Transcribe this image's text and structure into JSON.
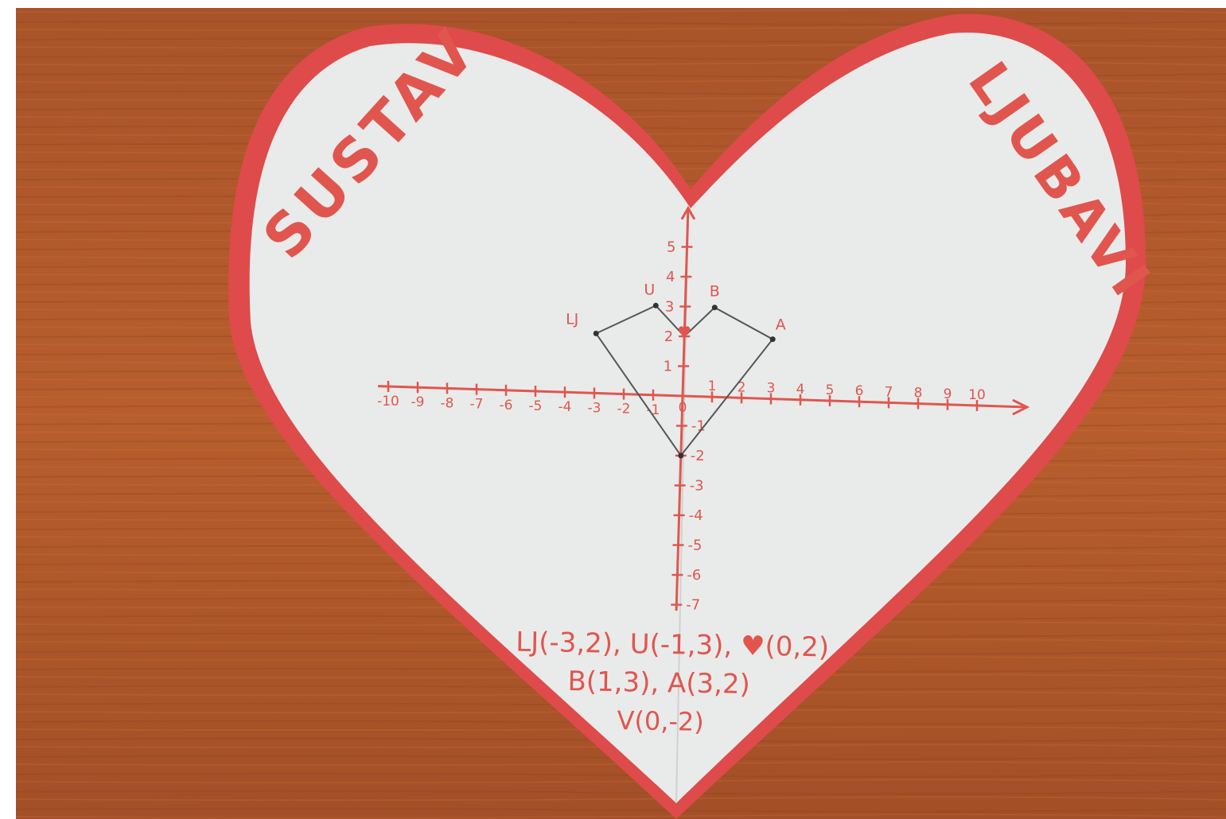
{
  "photo": {
    "title_left": "SUSTAV",
    "title_right": "LJUBAVI",
    "colors": {
      "table": "#b3592a",
      "table_dark": "#9a4a22",
      "paper": "#e9ebea",
      "heart_border": "#de4b4a",
      "ink_red": "#e0564f",
      "pencil": "#555555"
    }
  },
  "chart_data": {
    "type": "scatter",
    "xlim": [
      -10,
      10
    ],
    "ylim": [
      -7,
      5
    ],
    "x_ticks": [
      "-10",
      "-9",
      "-8",
      "-7",
      "-6",
      "-5",
      "-4",
      "-3",
      "-2",
      "-1",
      "0",
      "1",
      "2",
      "3",
      "4",
      "5",
      "6",
      "7",
      "8",
      "9",
      "10"
    ],
    "y_ticks": [
      "5",
      "4",
      "3",
      "2",
      "1",
      "-1",
      "-2",
      "-3",
      "-4",
      "-5",
      "-6",
      "-7"
    ],
    "points": [
      {
        "label": "LJ",
        "x": -3,
        "y": 2
      },
      {
        "label": "U",
        "x": -1,
        "y": 3
      },
      {
        "label": "♥",
        "x": 0,
        "y": 2
      },
      {
        "label": "B",
        "x": 1,
        "y": 3
      },
      {
        "label": "A",
        "x": 3,
        "y": 2
      },
      {
        "label": "V",
        "x": 0,
        "y": -2
      }
    ],
    "polygon_order": [
      "LJ",
      "U",
      "♥",
      "B",
      "A",
      "V"
    ],
    "annotations": [
      "LJ(-3,2), U(-1,3), ♥(0,2)",
      "B(1,3), A(3,2)",
      "V(0,-2)"
    ]
  }
}
